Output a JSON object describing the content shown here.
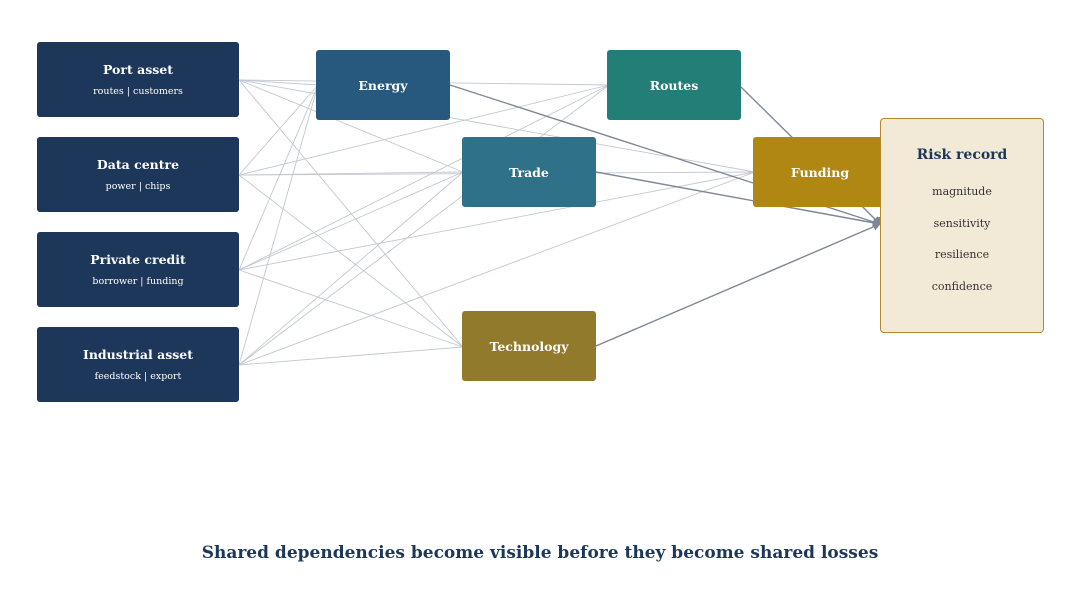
{
  "assets": [
    {
      "title": "Port asset",
      "subtitle": "routes | customers"
    },
    {
      "title": "Data centre",
      "subtitle": "power | chips"
    },
    {
      "title": "Private credit",
      "subtitle": "borrower | funding"
    },
    {
      "title": "Industrial asset",
      "subtitle": "feedstock | export"
    }
  ],
  "channels": {
    "energy": "Energy",
    "trade": "Trade",
    "technology": "Technology",
    "routes": "Routes",
    "funding": "Funding"
  },
  "record": {
    "title": "Risk record",
    "attributes": [
      "magnitude",
      "sensitivity",
      "resilience",
      "confidence"
    ]
  },
  "caption": "Shared dependencies become visible before they become shared losses",
  "colors": {
    "asset": "#1c375a",
    "energy": "#27587d",
    "trade": "#2e7189",
    "technology": "#917a2b",
    "routes": "#227e77",
    "funding": "#b18714",
    "record_bg": "#f2e9d7",
    "record_border": "#b48a2a",
    "thin_edge": "#c3c7d0",
    "thick_edge": "#7f8796"
  }
}
